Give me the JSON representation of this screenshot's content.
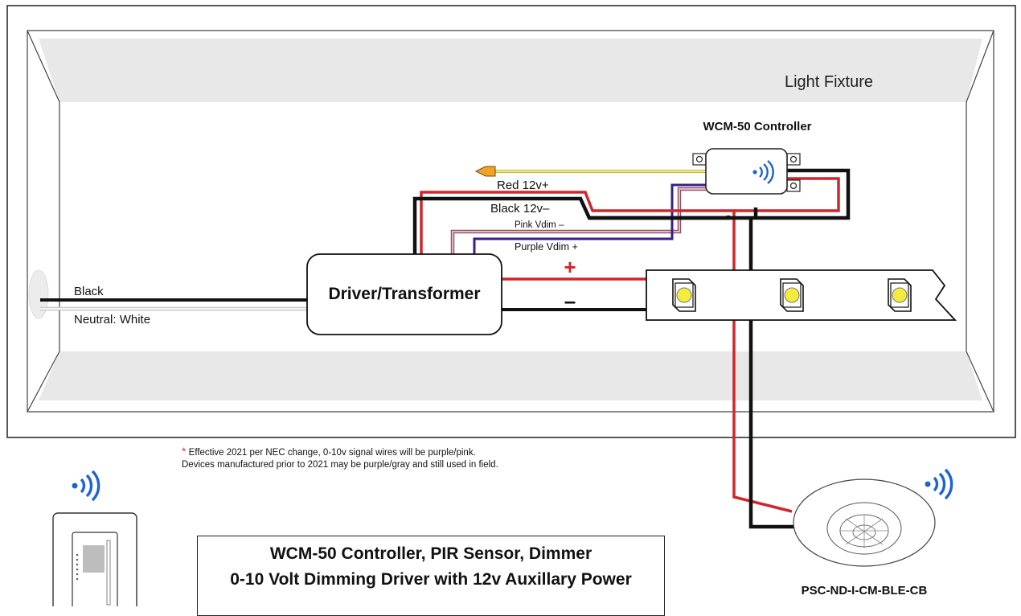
{
  "labels": {
    "fixture": "Light Fixture",
    "controller": "WCM-50 Controller",
    "red_wire": "Red 12v+",
    "black_wire": "Black 12v–",
    "pink_wire": "Pink Vdim –",
    "purple_wire": "Purple Vdim +",
    "driver": "Driver/Transformer",
    "plus": "+",
    "minus": "–",
    "black_line": "Black",
    "neutral_line": "Neutral: White",
    "sensor_model": "PSC-ND-I-CM-BLE-CB"
  },
  "note": {
    "star": "*",
    "line1": "Effective 2021 per NEC change, 0-10v signal wires will be purple/pink.",
    "line2": "Devices manufactured prior to 2021 may be purple/gray and still used in field."
  },
  "title": {
    "line1": "WCM-50 Controller, PIR Sensor, Dimmer",
    "line2": "0-10 Volt Dimming Driver with 12v Auxillary Power"
  },
  "colors": {
    "red_wire": "#d0262b",
    "black_wire": "#111111",
    "purple_wire": "#3a1e8c",
    "pink_wire": "#c98fa0",
    "yellow_wire": "#e6e07a",
    "wireless_blue": "#1d63d6",
    "fixture_gray": "#e8e8e8",
    "led_yellow": "#f4ec3c"
  },
  "icons": [
    "wireless-icon",
    "led-chip-icon",
    "pir-sensor-icon",
    "dimmer-switch-icon",
    "wire-nut-icon"
  ]
}
